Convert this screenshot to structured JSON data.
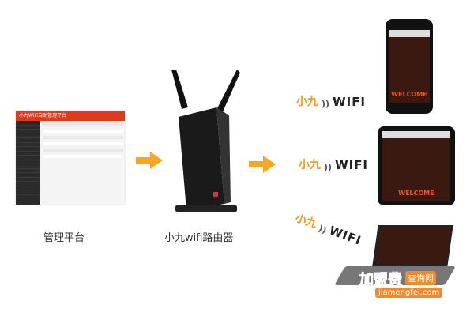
{
  "admin_panel": {
    "title": "小九WiFi自助管理平台"
  },
  "labels": {
    "platform": "管理平台",
    "router": "小九wifi路由器"
  },
  "wifi_labels": [
    {
      "cn": "小九",
      "en": "WIFI"
    },
    {
      "cn": "小九",
      "en": "WIFI"
    },
    {
      "cn": "小九",
      "en": "WIFI"
    }
  ],
  "device_screen_text": "WELCOME",
  "watermark": {
    "brand": "加盟费",
    "tag": "查询网",
    "url": "jiamengfei.com"
  },
  "colors": {
    "accent": "#f5a623",
    "admin_header": "#e0391c",
    "wifi_cn": "#f39a1a"
  }
}
